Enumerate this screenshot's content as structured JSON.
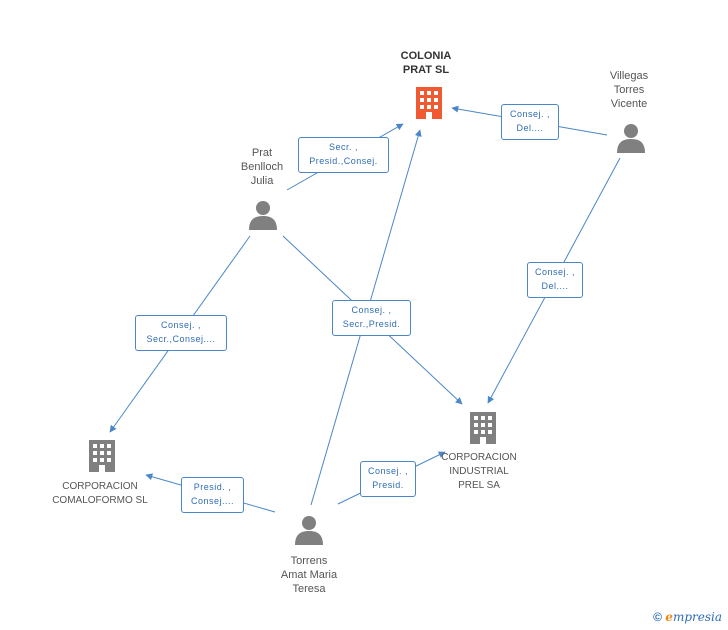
{
  "nodes": {
    "colonia": {
      "lines": [
        "COLONIA",
        "PRAT SL"
      ],
      "kind": "company-main"
    },
    "villegas": {
      "lines": [
        "Villegas",
        "Torres",
        "Vicente"
      ],
      "kind": "person"
    },
    "prat": {
      "lines": [
        "Prat",
        "Benlloch",
        "Julia"
      ],
      "kind": "person"
    },
    "comaloformo": {
      "lines": [
        "CORPORACION",
        "COMALOFORMO SL"
      ],
      "kind": "company"
    },
    "industrial": {
      "lines": [
        "CORPORACION",
        "INDUSTRIAL",
        "PREL SA"
      ],
      "kind": "company"
    },
    "torrens": {
      "lines": [
        "Torrens",
        "Amat Maria",
        "Teresa"
      ],
      "kind": "person"
    }
  },
  "edges": {
    "prat_colonia": [
      "Secr. ,",
      "Presid.,Consej."
    ],
    "villegas_colonia": [
      "Consej. ,",
      "Del...."
    ],
    "villegas_industrial": [
      "Consej. ,",
      "Del...."
    ],
    "prat_comaloformo": [
      "Consej. ,",
      "Secr.,Consej...."
    ],
    "prat_industrial": [
      "Consej. ,",
      "Secr.,Presid."
    ],
    "torrens_comaloformo": [
      "Presid. ,",
      "Consej...."
    ],
    "torrens_industrial": [
      "Consej. ,",
      "Presid."
    ]
  },
  "copyright": {
    "symbol": "©",
    "brand_first": "e",
    "brand_rest": "mpresia"
  },
  "colors": {
    "main_company": "#f05a32",
    "company": "#808080",
    "person": "#808080",
    "edge": "#4a86c8"
  }
}
